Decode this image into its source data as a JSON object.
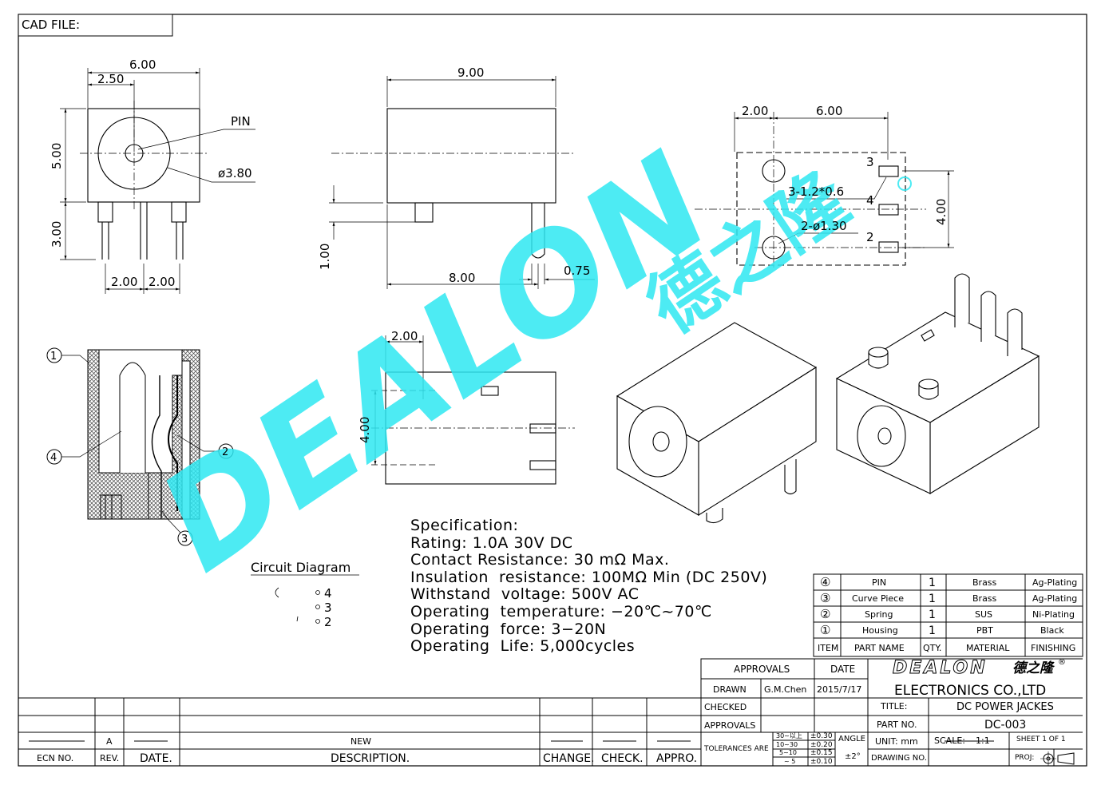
{
  "header": {
    "cad_file_label": "CAD FILE:"
  },
  "dims": {
    "front_width": "6.00",
    "front_offset": "2.50",
    "front_height": "5.00",
    "front_pin_len": "3.00",
    "pin_label": "PIN",
    "bore_dia": "ø3.80",
    "pin_pitch_a": "2.00",
    "pin_pitch_b": "2.00",
    "side_length": "9.00",
    "side_pin_offset": "1.00",
    "side_pin_pos": "8.00",
    "side_pin_dia": "0.75",
    "pcb_left": "2.00",
    "pcb_pitch": "6.00",
    "pcb_slots": "3-1.2*0.6",
    "pcb_holes": "2-ø1.30",
    "pcb_height": "4.00",
    "pcb_n3": "3",
    "pcb_n4": "4",
    "pcb_n2": "2",
    "bottom_offset": "2.00",
    "bottom_height": "4.00"
  },
  "section": {
    "callout_1": "1",
    "callout_2": "2",
    "callout_3": "3",
    "callout_4": "4"
  },
  "circuit": {
    "title": "Circuit Diagram",
    "pin_4": "4",
    "pin_3": "3",
    "pin_2": "2"
  },
  "watermark": {
    "brand": "DEALON",
    "cn": "德之隆"
  },
  "specification": {
    "lines": [
      "Specification:",
      "Rating: 1.0A 30V DC",
      "Contact Resistance: 30 mΩ Max.",
      "Insulation  resistance: 100MΩ Min (DC 250V)",
      "Withstand  voltage: 500V AC",
      "Operating  temperature: −20℃~70℃",
      "Operating  force: 3−20N",
      "Operating  Life: 5,000cycles"
    ]
  },
  "parts": {
    "header": {
      "item": "ITEM",
      "name": "PART NAME",
      "qty": "QTY.",
      "material": "MATERIAL",
      "finishing": "FINISHING"
    },
    "rows": [
      {
        "item": "④",
        "name": "PIN",
        "qty": "1",
        "material": "Brass",
        "finishing": "Ag-Plating"
      },
      {
        "item": "③",
        "name": "Curve Piece",
        "qty": "1",
        "material": "Brass",
        "finishing": "Ag-Plating"
      },
      {
        "item": "②",
        "name": "Spring",
        "qty": "1",
        "material": "SUS",
        "finishing": "Ni-Plating"
      },
      {
        "item": "①",
        "name": "Housing",
        "qty": "1",
        "material": "PBT",
        "finishing": "Black"
      }
    ]
  },
  "title_block": {
    "approvals": "APPROVALS",
    "date": "DATE",
    "drawn": "DRAWN",
    "drawn_by": "G.M.Chen",
    "drawn_date": "2015/7/17",
    "checked": "CHECKED",
    "approvals2": "APPROVALS",
    "company_logo": "DEALON",
    "company_cn": "德之隆",
    "company": "ELECTRONICS  CO.,LTD",
    "title_label": "TITLE:",
    "title": "DC  POWER  JACKES",
    "part_no_label": "PART  NO.",
    "part_no": "DC-003",
    "tolerances_label": "TOLERANCES  ARE",
    "tol_ranges": [
      "30~以上",
      "10~30",
      "5~10",
      "~ 5"
    ],
    "tol_values": [
      "±0.30",
      "±0.20",
      "±0.15",
      "±0.10"
    ],
    "angle_label": "ANGLE",
    "angle_value": "±2°",
    "unit_label": "UNIT:  mm",
    "scale_label": "SCALE:",
    "scale": "1:1",
    "sheet": "SHEET   1  OF  1",
    "drawing_no": "DRAWING NO.",
    "proj": "PROJ:"
  },
  "revision": {
    "rev_value": "A",
    "desc_value": "NEW",
    "headers": [
      "ECN  NO.",
      "REV.",
      "DATE.",
      "DESCRIPTION.",
      "CHANGE.",
      "CHECK.",
      "APPRO."
    ]
  }
}
